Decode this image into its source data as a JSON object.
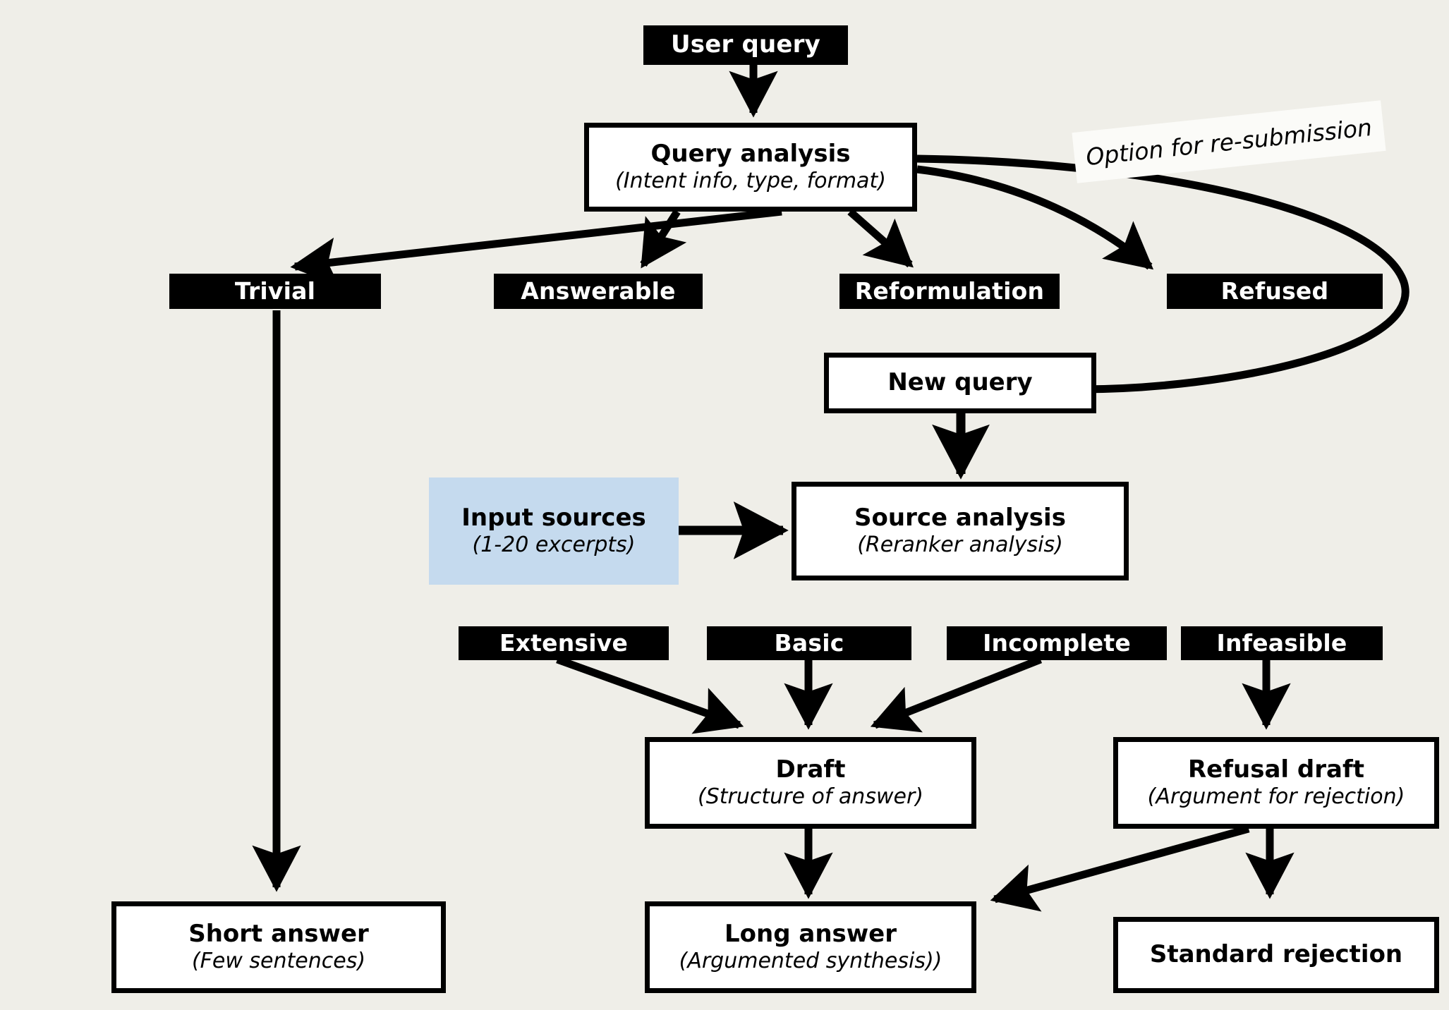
{
  "diagram": {
    "background_color": "#efeee8",
    "accent_color": "#c5daee",
    "line_color": "#000000",
    "nodes": {
      "user_query": {
        "title": "User query"
      },
      "query_analysis": {
        "title": "Query analysis",
        "subtitle": "(Intent info, type, format)"
      },
      "trivial": {
        "title": "Trivial"
      },
      "answerable": {
        "title": "Answerable"
      },
      "reformulation": {
        "title": "Reformulation"
      },
      "refused": {
        "title": "Refused"
      },
      "new_query": {
        "title": "New query"
      },
      "input_sources": {
        "title": "Input sources",
        "subtitle": "(1-20 excerpts)"
      },
      "source_analysis": {
        "title": "Source analysis",
        "subtitle": "(Reranker analysis)"
      },
      "extensive": {
        "title": "Extensive"
      },
      "basic": {
        "title": "Basic"
      },
      "incomplete": {
        "title": "Incomplete"
      },
      "infeasible": {
        "title": "Infeasible"
      },
      "draft": {
        "title": "Draft",
        "subtitle": "(Structure of answer)"
      },
      "refusal_draft": {
        "title": "Refusal draft",
        "subtitle": "(Argument for rejection)"
      },
      "short_answer": {
        "title": "Short answer",
        "subtitle": "(Few sentences)"
      },
      "long_answer": {
        "title": "Long answer",
        "subtitle": "(Argumented synthesis))"
      },
      "standard_rejection": {
        "title": "Standard rejection"
      }
    },
    "annotations": {
      "resubmission": "Option for re-submission"
    }
  }
}
